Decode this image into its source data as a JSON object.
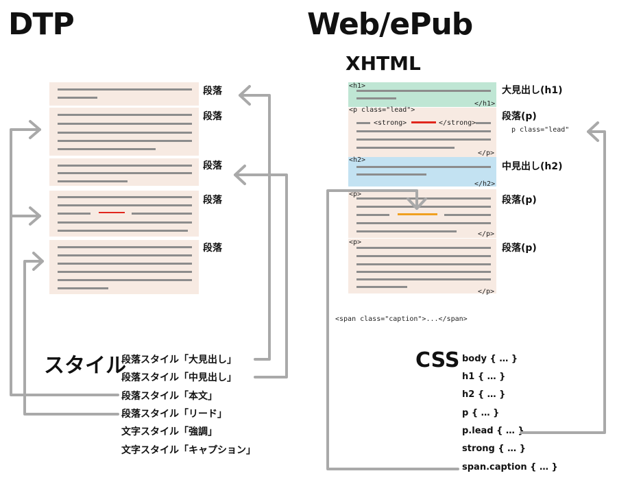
{
  "headings": {
    "dtp": "DTP",
    "web": "Web/ePub",
    "xhtml": "XHTML",
    "style": "スタイル",
    "css": "CSS"
  },
  "dtp": {
    "paragraph_labels": [
      "段落",
      "段落",
      "段落",
      "段落",
      "段落"
    ],
    "styles": [
      "段落スタイル「大見出し」",
      "段落スタイル「中見出し」",
      "段落スタイル「本文」",
      "段落スタイル「リード」",
      "文字スタイル「強調」",
      "文字スタイル「キャプション」"
    ]
  },
  "xhtml": {
    "tags": {
      "h1_open": "<h1>",
      "h1_close": "</h1>",
      "p_lead_open": "<p class=\"lead\">",
      "strong_open": "<strong>",
      "strong_close": "</strong>",
      "p_close_1": "</p>",
      "h2_open": "<h2>",
      "h2_close": "</h2>",
      "p_open_2": "<p>",
      "p_close_2": "</p>",
      "p_open_3": "<p>",
      "p_close_3": "</p>",
      "span_caption": "<span class=\"caption\">...</span>"
    },
    "labels": [
      "大見出し(h1)",
      "段落(p)",
      "中見出し(h2)",
      "段落(p)",
      "段落(p)"
    ],
    "lead_note": "p class=\"lead\""
  },
  "css": {
    "rules": [
      "body { … }",
      "h1 { … }",
      "h2 { … }",
      "p { … }",
      "p.lead { … }",
      "strong { … }",
      "span.caption { … }"
    ]
  },
  "colors": {
    "block_bg": "#f7eae2",
    "h1_bg": "#bfe6d4",
    "h2_bg": "#c3e2f2",
    "text_line": "#8c8c8c",
    "emphasis_red": "#e0261d",
    "caption_orange": "#f0a020",
    "arrow_gray": "#a9a9a9"
  }
}
